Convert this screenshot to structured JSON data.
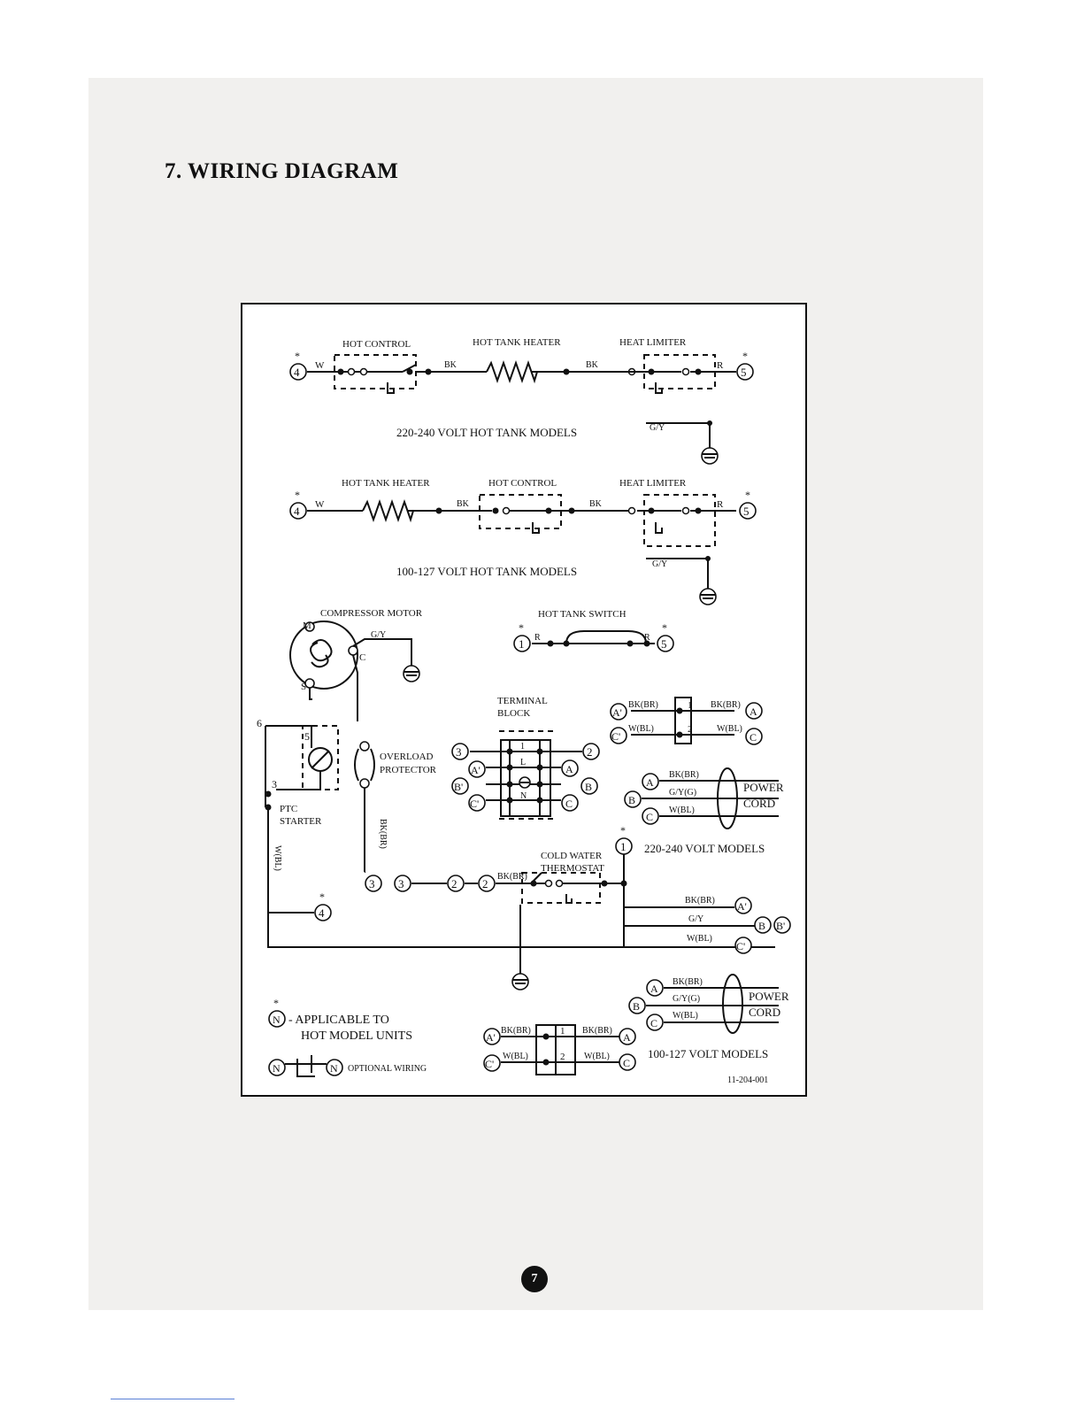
{
  "heading": "7. WIRING DIAGRAM",
  "page_number": "7",
  "drawing_number": "11-204-001",
  "wire_colors": {
    "W": "W",
    "BK": "BK",
    "R": "R",
    "GY": "G/Y"
  },
  "hot_220": {
    "title": "220-240 VOLT HOT TANK MODELS",
    "hot_control": "HOT CONTROL",
    "hot_tank_heater": "HOT TANK HEATER",
    "heat_limiter": "HEAT LIMITER"
  },
  "hot_100": {
    "title": "100-127 VOLT HOT TANK MODELS",
    "hot_tank_heater": "HOT TANK HEATER",
    "hot_control": "HOT CONTROL",
    "heat_limiter": "HEAT LIMITER"
  },
  "hot_tank_switch": "HOT TANK SWITCH",
  "compressor": {
    "motor": "COMPRESSOR MOTOR",
    "m": "M",
    "c": "C",
    "s": "S",
    "gy": "G/Y",
    "overload_1": "OVERLOAD",
    "overload_2": "PROTECTOR",
    "ptc_1": "PTC",
    "ptc_2": "STARTER",
    "bkbr": "BK(BR)",
    "wbl": "W(BL)",
    "n6": "6",
    "n5": "5",
    "n3": "3"
  },
  "terminal_block": {
    "label_1": "TERMINAL",
    "label_2": "BLOCK",
    "row1": "1",
    "rowL": "L",
    "rowN": "N"
  },
  "connector_220": {
    "bkbr": "BK(BR)",
    "wbl": "W(BL)",
    "p1": "1",
    "p2": "2"
  },
  "power_cord_220": {
    "l1": "BK(BR)",
    "l2": "G/Y(G)",
    "l3": "W(BL)",
    "label_1": "POWER",
    "label_2": "CORD"
  },
  "models_220": "220-240 VOLT MODELS",
  "cold_water": {
    "label_1": "COLD WATER",
    "label_2": "THERMOSTAT",
    "bkbr": "BK(BR)"
  },
  "cold_out": {
    "bkbr": "BK(BR)",
    "gy": "G/Y",
    "wbl": "W(BL)"
  },
  "power_cord_100": {
    "l1": "BK(BR)",
    "l2": "G/Y(G)",
    "l3": "W(BL)",
    "label_1": "POWER",
    "label_2": "CORD"
  },
  "connector_100": {
    "bkbr": "BK(BR)",
    "wbl": "W(BL)",
    "p1": "1",
    "p2": "2"
  },
  "models_100": "100-127 VOLT MODELS",
  "legend": {
    "applicable_1": "- APPLICABLE TO",
    "applicable_2": "HOT MODEL UNITS",
    "optional": "OPTIONAL WIRING"
  },
  "terminal_ids": {
    "t1": "1",
    "t2": "2",
    "t3": "3",
    "t4": "4",
    "t5": "5",
    "tA": "A",
    "tB": "B",
    "tC": "C",
    "tAp": "A'",
    "tBp": "B'",
    "tCp": "C'",
    "tN": "N"
  },
  "asterisk": "*"
}
